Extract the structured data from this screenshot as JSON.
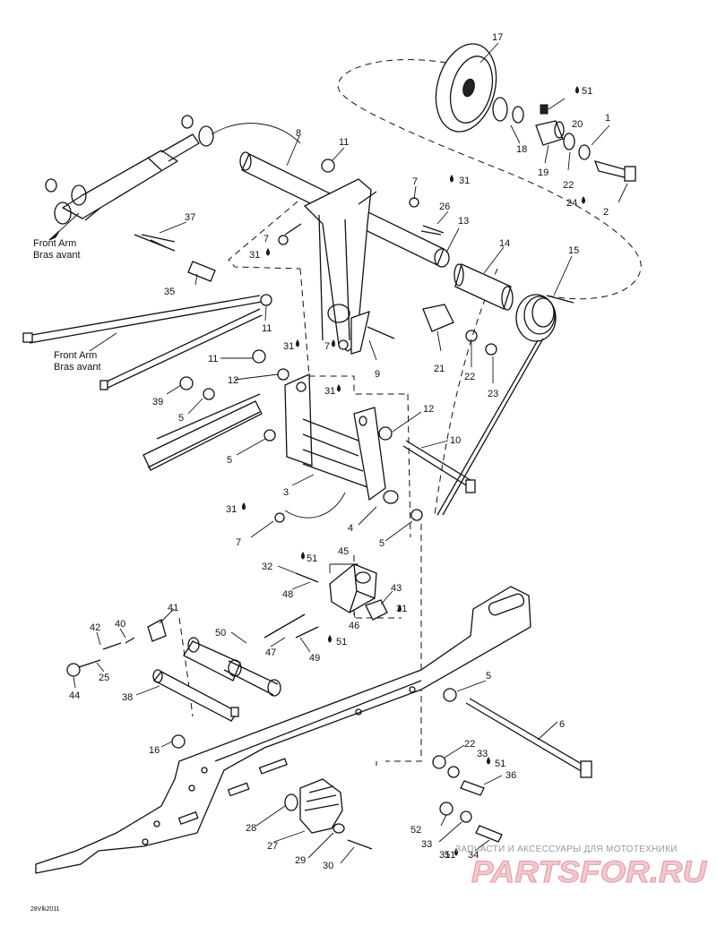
{
  "diagram": {
    "callouts": [
      "1",
      "2",
      "3",
      "4",
      "5",
      "5",
      "5",
      "5",
      "5",
      "6",
      "7",
      "7",
      "7",
      "7",
      "8",
      "9",
      "10",
      "11",
      "11",
      "11",
      "12",
      "12",
      "13",
      "14",
      "15",
      "16",
      "17",
      "18",
      "19",
      "20",
      "21",
      "22",
      "22",
      "22",
      "23",
      "24",
      "25",
      "26",
      "27",
      "28",
      "29",
      "30",
      "31",
      "31",
      "31",
      "31",
      "31",
      "31",
      "31",
      "32",
      "33",
      "33",
      "34",
      "35",
      "36",
      "37",
      "38",
      "39",
      "40",
      "41",
      "42",
      "43",
      "44",
      "45",
      "46",
      "47",
      "48",
      "49",
      "50",
      "51",
      "51",
      "51",
      "51",
      "51",
      "51",
      "52"
    ],
    "direction_labels": [
      {
        "en": "Front Arm",
        "fr": "Bras avant"
      },
      {
        "en": "Front Arm",
        "fr": "Bras avant"
      }
    ],
    "drawing_code": "28Vlk2011",
    "droplet_icon": "adhesive-droplet-icon"
  },
  "watermark": {
    "tagline": "ЗАПЧАСТИ И АКСЕССУАРЫ ДЛЯ МОТОТЕХНИКИ",
    "logo": "PARTSFOR.RU",
    "color": "#e39aa3"
  }
}
